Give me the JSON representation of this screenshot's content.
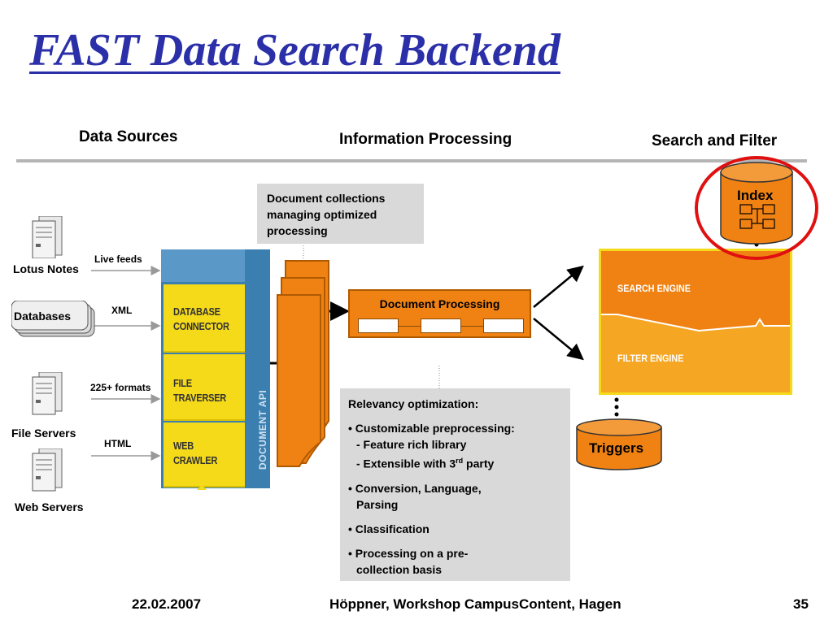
{
  "title": "FAST Data Search Backend",
  "columns": {
    "data_sources": "Data Sources",
    "information_processing": "Information Processing",
    "search_and_filter": "Search and Filter"
  },
  "sources": {
    "lotus_notes": "Lotus Notes",
    "databases": "Databases",
    "file_servers": "File Servers",
    "web_servers": "Web Servers"
  },
  "feeds": {
    "live_feeds": "Live feeds",
    "xml": "XML",
    "formats": "225+ formats",
    "html": "HTML"
  },
  "connectors": {
    "database": [
      "DATABASE",
      "CONNECTOR"
    ],
    "file": [
      "FILE",
      "TRAVERSER"
    ],
    "web": [
      "WEB",
      "CRAWLER"
    ],
    "api": "DOCUMENT API"
  },
  "collections_note": [
    "Document collections",
    "managing optimized",
    "processing"
  ],
  "document_processing": "Document Processing",
  "engines": {
    "search": "SEARCH ENGINE",
    "filter": "FILTER ENGINE"
  },
  "index": "Index",
  "triggers": "Triggers",
  "relevancy": {
    "heading": "Relevancy optimization:",
    "b1_line1": "• Customizable preprocessing:",
    "b1_line2": "- Feature rich library",
    "b1_line3_pre": "- Extensible with 3",
    "b1_line3_sup": "rd",
    "b1_line3_post": " party",
    "b2_line1": "• Conversion, Language,",
    "b2_line2": "Parsing",
    "b3": "• Classification",
    "b4_line1": "• Processing on a pre-",
    "b4_line2": "collection basis"
  },
  "footer": {
    "date": "22.02.2007",
    "center": "Höppner, Workshop CampusContent, Hagen",
    "page": "35"
  },
  "colors": {
    "title": "#2b2fa8",
    "orange": "#f08214",
    "yellow": "#f5da1a",
    "api_blue": "#3a7fb0",
    "highlight_red": "#e01010"
  }
}
